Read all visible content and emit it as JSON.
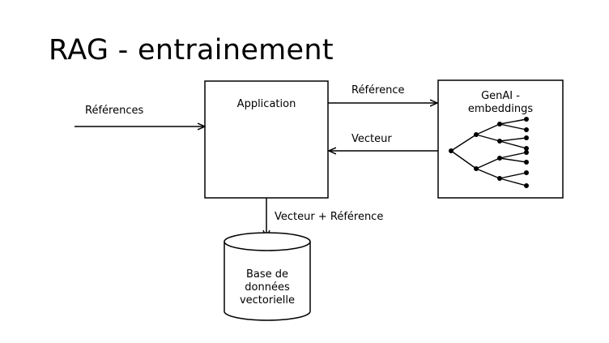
{
  "title": "RAG - entrainement",
  "input_arrow_label": "Références",
  "application": {
    "label": "Application"
  },
  "arrow_to_genai_label": "Référence",
  "arrow_from_genai_label": "Vecteur",
  "genai": {
    "label_line1": "GenAI -",
    "label_line2": "embeddings",
    "icon": "tree-icon"
  },
  "arrow_to_db_label": "Vecteur + Référence",
  "database": {
    "line1": "Base de",
    "line2": "données",
    "line3": "vectorielle"
  }
}
